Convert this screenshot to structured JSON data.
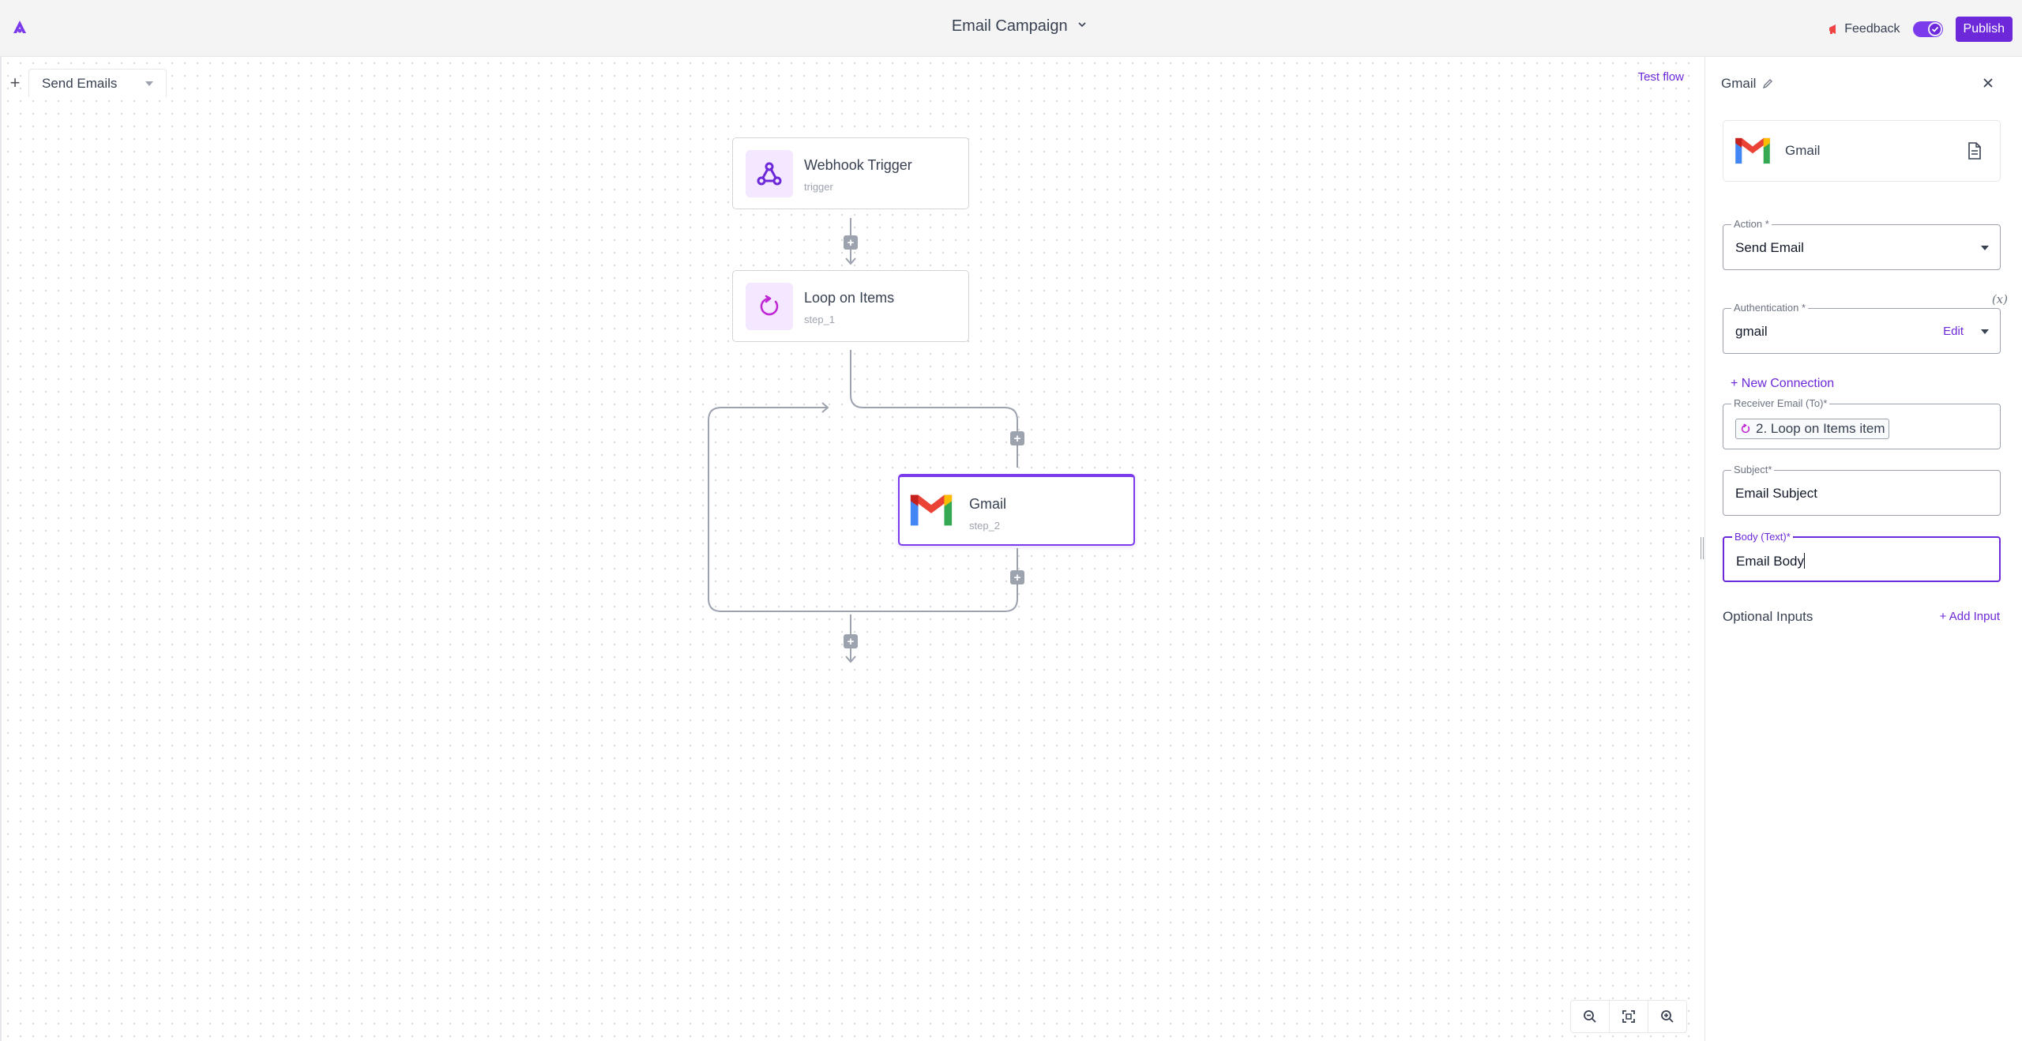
{
  "header": {
    "title": "Email Campaign",
    "feedback_label": "Feedback",
    "publish_label": "Publish",
    "toggle_enabled": true
  },
  "canvas": {
    "tab_label": "Send Emails",
    "test_flow_label": "Test flow",
    "nodes": [
      {
        "name": "Webhook Trigger",
        "step": "trigger",
        "icon": "webhook-icon"
      },
      {
        "name": "Loop on Items",
        "step": "step_1",
        "icon": "loop-icon"
      },
      {
        "name": "Gmail",
        "step": "step_2",
        "icon": "gmail-icon"
      }
    ],
    "zoom_controls": [
      "zoom-out-icon",
      "fit-view-icon",
      "zoom-in-icon"
    ]
  },
  "panel": {
    "title": "Gmail",
    "piece_name": "Gmail",
    "action": {
      "label": "Action *",
      "value": "Send Email"
    },
    "authentication": {
      "label": "Authentication *",
      "value": "gmail",
      "edit_label": "Edit"
    },
    "variable_toggle": "(x)",
    "new_connection_label": "+ New Connection",
    "receiver": {
      "label": "Receiver Email (To)*",
      "chip": "2. Loop on Items item"
    },
    "subject": {
      "label": "Subject*",
      "value": "Email Subject"
    },
    "body": {
      "label": "Body (Text)*",
      "value": "Email Body"
    },
    "optional_inputs_label": "Optional Inputs",
    "add_input_label": "+ Add Input"
  },
  "colors": {
    "accent": "#6d28d9",
    "accent_light": "#f3e8ff",
    "edge": "#9ca3af"
  }
}
